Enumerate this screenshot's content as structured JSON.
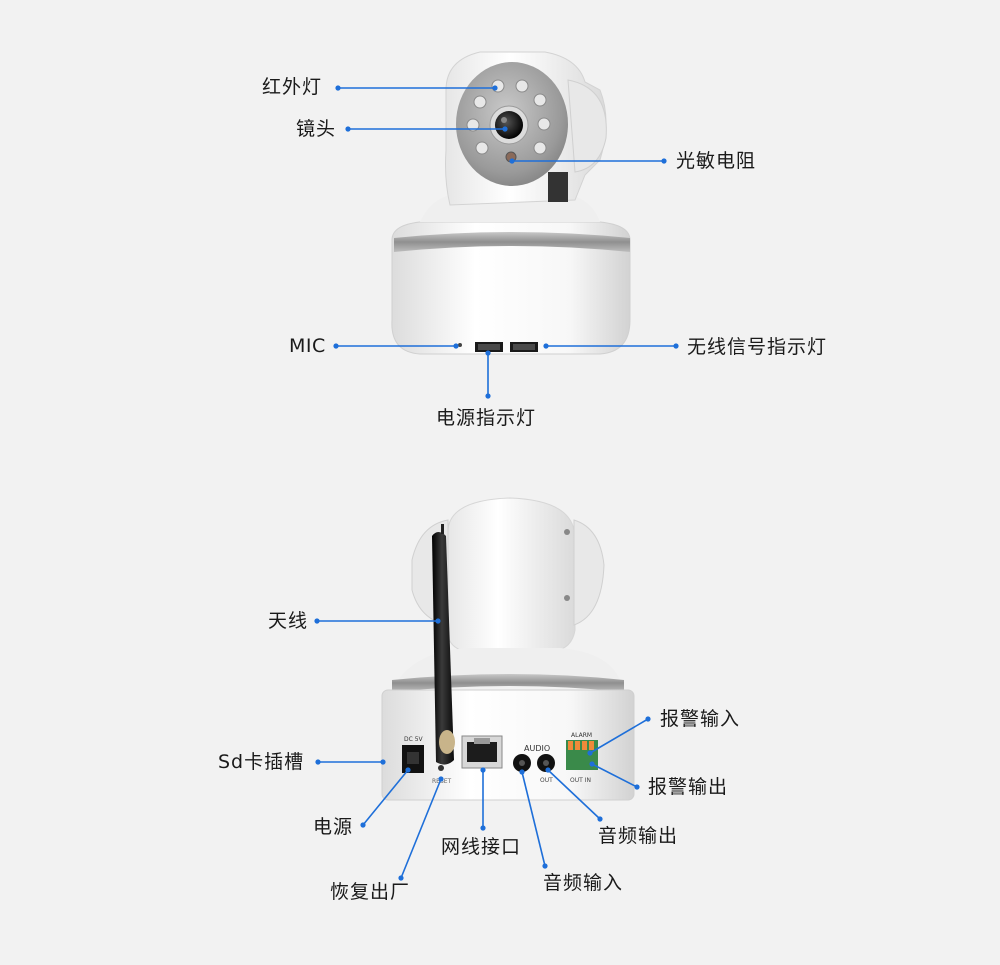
{
  "front_view": {
    "labels": {
      "infrared_light": "红外灯",
      "lens": "镜头",
      "photoresistor": "光敏电阻",
      "mic": "MIC",
      "wireless_indicator": "无线信号指示灯",
      "power_indicator": "电源指示灯"
    }
  },
  "back_view": {
    "labels": {
      "antenna": "天线",
      "sd_slot": "Sd卡插槽",
      "power": "电源",
      "factory_reset": "恢复出厂",
      "ethernet_port": "网线接口",
      "audio_in": "音频输入",
      "audio_out": "音频输出",
      "alarm_in": "报警输入",
      "alarm_out": "报警输出"
    },
    "panel_text": {
      "dc": "DC 5V",
      "reset": "RESET",
      "audio": "AUDIO",
      "out": "OUT",
      "alarm": "ALARM",
      "alarm_io": "OUT  IN"
    }
  },
  "colors": {
    "leader_line": "#1e6fd9",
    "background": "#f2f2f2"
  }
}
